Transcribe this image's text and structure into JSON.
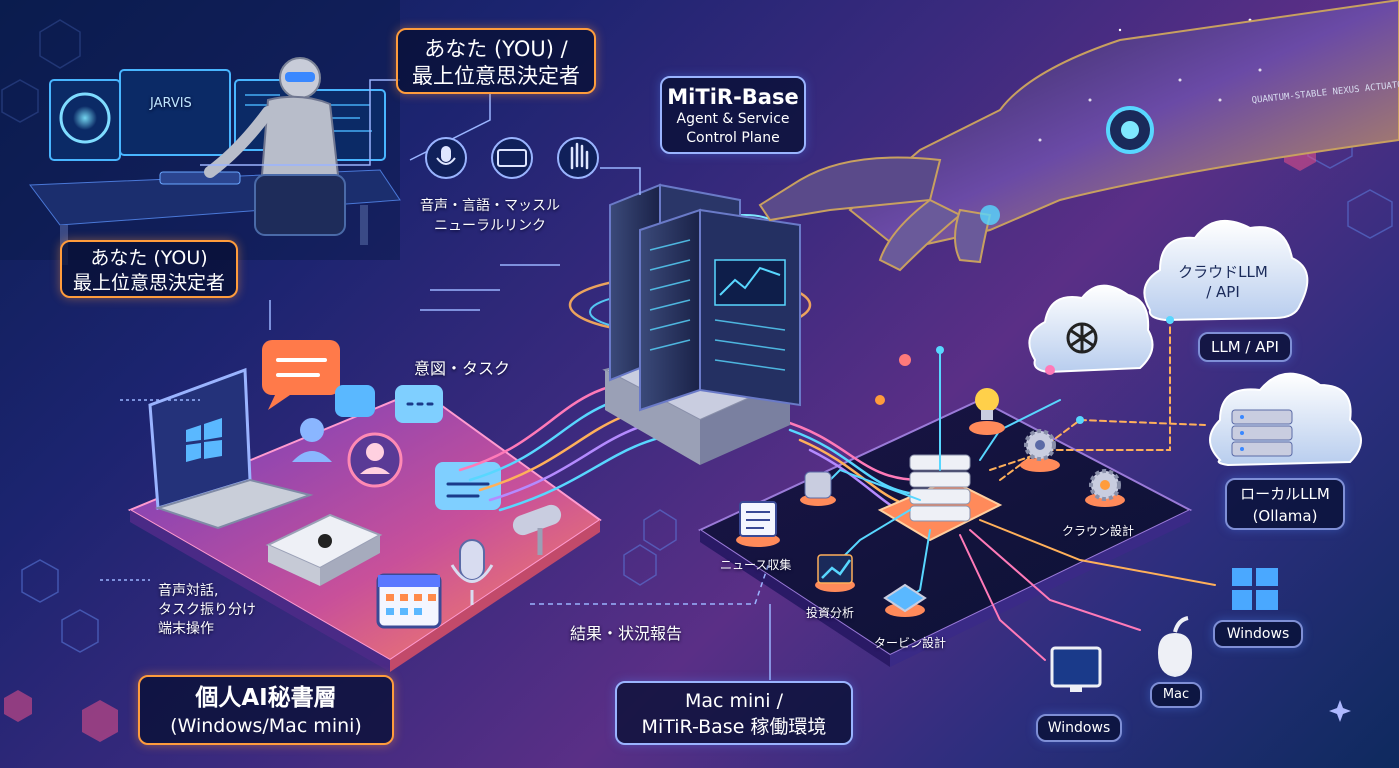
{
  "labels": {
    "you_top": {
      "line1": "あなた (YOU) /",
      "line2": "最上位意思決定者"
    },
    "you_left": {
      "line1": "あなた (YOU)",
      "line2": "最上位意思決定者"
    },
    "jarvis_screen": "JARVIS",
    "base_box": {
      "title": "MiTiR-Base",
      "line2": "Agent & Service",
      "line3": "Control Plane"
    },
    "neural": {
      "line1": "音声・言語・マッスル",
      "line2": "ニューラルリンク"
    },
    "intent": "意図・タスク",
    "result": "結果・状況報告",
    "secretary_tasks": {
      "line1": "音声対話,",
      "line2": "タスク振り分け",
      "line3": "端末操作"
    },
    "secretary_layer": {
      "line1": "個人AI秘書層",
      "line2": "(Windows/Mac mini)"
    },
    "env_box": {
      "line1": "Mac mini /",
      "line2": "MiTiR-Base 稼働環境"
    },
    "cloud_llm": {
      "line1": "クラウドLLM",
      "line2": "/ API"
    },
    "llm_api": "LLM / API",
    "local_llm": {
      "line1": "ローカルLLM",
      "line2": "(Ollama)"
    },
    "news": "ニュース収集",
    "invest": "投資分析",
    "crown": "クラウン設計",
    "turbine": "タービン設計",
    "windows_right": "Windows",
    "mac": "Mac",
    "windows_bottom": "Windows",
    "arm_text": "QUANTUM-STABLE NEXUS ACTUATOR"
  },
  "colors": {
    "accent_orange": "#ff9c3c",
    "accent_cyan": "#58d7ff",
    "accent_pink": "#ff6ec7",
    "panel_border": "#7f8fd6"
  },
  "icons": [
    "microphone-icon",
    "keyboard-icon",
    "hand-icon",
    "windows-logo-icon",
    "apple-logo-icon",
    "openai-logo-icon",
    "lightbulb-icon",
    "gear-icon",
    "calendar-icon",
    "chat-bubble-icon",
    "user-icon",
    "news-icon",
    "chart-icon"
  ]
}
